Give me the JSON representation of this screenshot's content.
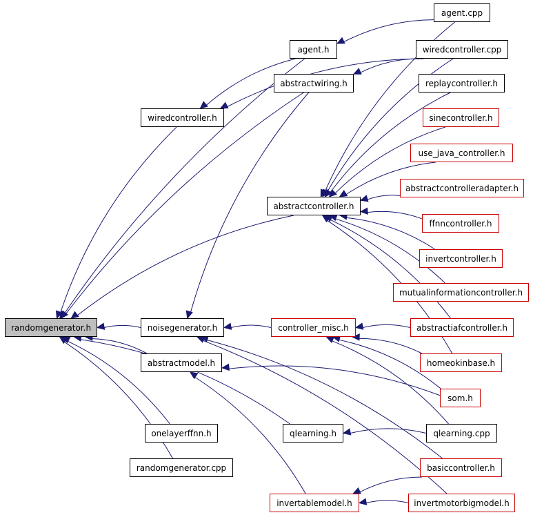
{
  "diagram": {
    "colors": {
      "edge": "#191970",
      "node_border": "#000000",
      "undocumented_border": "#cc0000",
      "root_fill": "#bfbfbf"
    },
    "nodes": {
      "randomgenerator_h": {
        "label": "randomgenerator.h",
        "root": true
      },
      "agent_cpp": {
        "label": "agent.cpp"
      },
      "agent_h": {
        "label": "agent.h"
      },
      "wiredcontroller_cpp": {
        "label": "wiredcontroller.cpp"
      },
      "abstractwiring_h": {
        "label": "abstractwiring.h"
      },
      "replaycontroller_h": {
        "label": "replaycontroller.h"
      },
      "wiredcontroller_h": {
        "label": "wiredcontroller.h"
      },
      "sinecontroller_h": {
        "label": "sinecontroller.h",
        "red": true
      },
      "use_java_controller_h": {
        "label": "use_java_controller.h",
        "red": true
      },
      "abstractcontrolleradapter_h": {
        "label": "abstractcontrolleradapter.h",
        "red": true
      },
      "abstractcontroller_h": {
        "label": "abstractcontroller.h"
      },
      "ffnncontroller_h": {
        "label": "ffnncontroller.h",
        "red": true
      },
      "invertcontroller_h": {
        "label": "invertcontroller.h",
        "red": true
      },
      "mutualinformationcontroller_h": {
        "label": "mutualinformationcontroller.h",
        "red": true
      },
      "noisegenerator_h": {
        "label": "noisegenerator.h"
      },
      "controller_misc_h": {
        "label": "controller_misc.h",
        "red": true
      },
      "abstractiafcontroller_h": {
        "label": "abstractiafcontroller.h",
        "red": true
      },
      "abstractmodel_h": {
        "label": "abstractmodel.h"
      },
      "homeokinbase_h": {
        "label": "homeokinbase.h",
        "red": true
      },
      "som_h": {
        "label": "som.h",
        "red": true
      },
      "onelayerffnn_h": {
        "label": "onelayerffnn.h"
      },
      "qlearning_h": {
        "label": "qlearning.h"
      },
      "qlearning_cpp": {
        "label": "qlearning.cpp"
      },
      "randomgenerator_cpp": {
        "label": "randomgenerator.cpp"
      },
      "basiccontroller_h": {
        "label": "basiccontroller.h",
        "red": true
      },
      "invertablemodel_h": {
        "label": "invertablemodel.h",
        "red": true
      },
      "invertmotorbigmodel_h": {
        "label": "invertmotorbigmodel.h",
        "red": true
      }
    },
    "edges": [
      [
        "agent_h",
        "randomgenerator_h"
      ],
      [
        "abstractwiring_h",
        "randomgenerator_h"
      ],
      [
        "wiredcontroller_h",
        "randomgenerator_h"
      ],
      [
        "abstractcontroller_h",
        "randomgenerator_h"
      ],
      [
        "noisegenerator_h",
        "randomgenerator_h"
      ],
      [
        "abstractmodel_h",
        "randomgenerator_h"
      ],
      [
        "qlearning_h",
        "randomgenerator_h"
      ],
      [
        "onelayerffnn_h",
        "randomgenerator_h"
      ],
      [
        "randomgenerator_cpp",
        "randomgenerator_h"
      ],
      [
        "agent_cpp",
        "agent_h"
      ],
      [
        "agent_h",
        "wiredcontroller_h"
      ],
      [
        "wiredcontroller_cpp",
        "abstractwiring_h"
      ],
      [
        "wiredcontroller_cpp",
        "wiredcontroller_h"
      ],
      [
        "abstractwiring_h",
        "noisegenerator_h"
      ],
      [
        "agent_cpp",
        "abstractcontroller_h"
      ],
      [
        "wiredcontroller_cpp",
        "abstractcontroller_h"
      ],
      [
        "replaycontroller_h",
        "abstractcontroller_h"
      ],
      [
        "sinecontroller_h",
        "abstractcontroller_h"
      ],
      [
        "use_java_controller_h",
        "abstractcontroller_h"
      ],
      [
        "abstractcontrolleradapter_h",
        "abstractcontroller_h"
      ],
      [
        "ffnncontroller_h",
        "abstractcontroller_h"
      ],
      [
        "invertcontroller_h",
        "abstractcontroller_h"
      ],
      [
        "mutualinformationcontroller_h",
        "abstractcontroller_h"
      ],
      [
        "abstractiafcontroller_h",
        "abstractcontroller_h"
      ],
      [
        "homeokinbase_h",
        "abstractcontroller_h"
      ],
      [
        "controller_misc_h",
        "noisegenerator_h"
      ],
      [
        "abstractiafcontroller_h",
        "controller_misc_h"
      ],
      [
        "homeokinbase_h",
        "controller_misc_h"
      ],
      [
        "som_h",
        "controller_misc_h"
      ],
      [
        "qlearning_cpp",
        "controller_misc_h"
      ],
      [
        "basiccontroller_h",
        "noisegenerator_h"
      ],
      [
        "invertmotorbigmodel_h",
        "noisegenerator_h"
      ],
      [
        "som_h",
        "abstractmodel_h"
      ],
      [
        "invertablemodel_h",
        "abstractmodel_h"
      ],
      [
        "qlearning_cpp",
        "qlearning_h"
      ],
      [
        "basiccontroller_h",
        "invertablemodel_h"
      ],
      [
        "invertmotorbigmodel_h",
        "invertablemodel_h"
      ]
    ]
  }
}
